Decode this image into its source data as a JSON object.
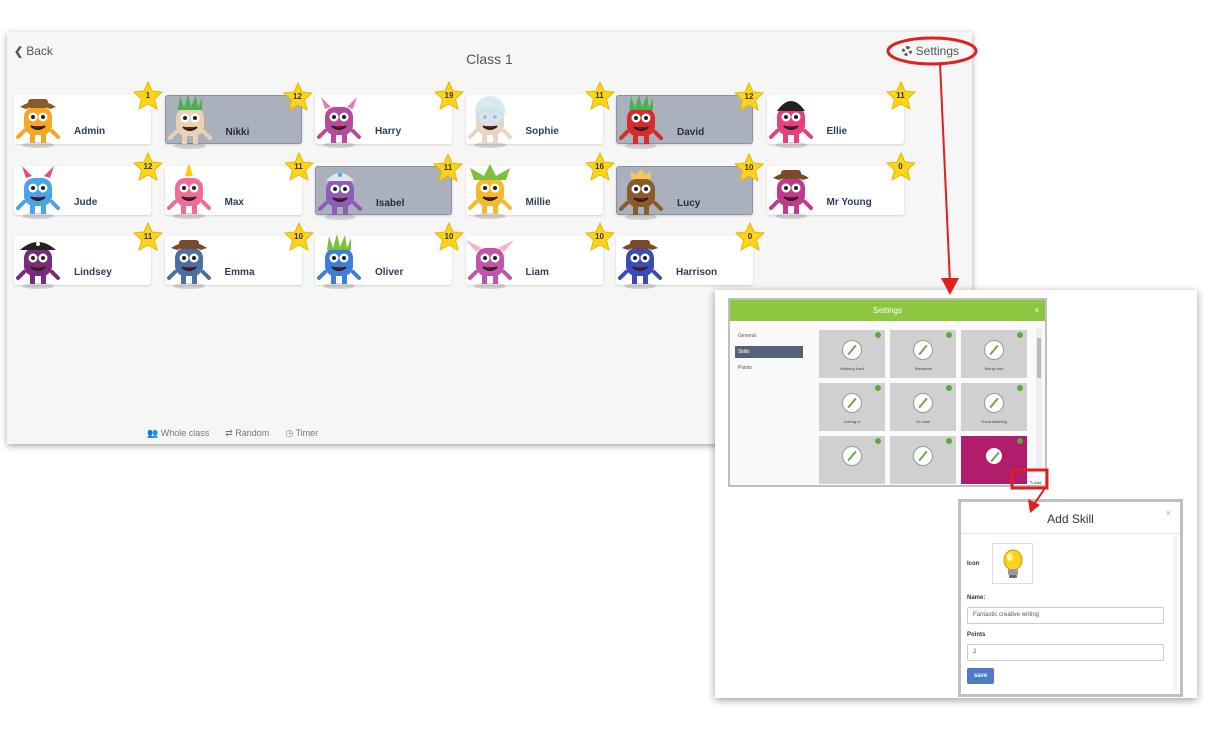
{
  "main": {
    "back_label": "Back",
    "title": "Class 1",
    "settings_label": "Settings",
    "footer": {
      "whole_class": "Whole class",
      "random": "Random",
      "timer": "Timer"
    }
  },
  "students": [
    {
      "name": "Admin",
      "points": "1",
      "selected": false,
      "color": "#f5a623",
      "accent": "#8b5a2b",
      "hat": "cowboy"
    },
    {
      "name": "Nikki",
      "points": "12",
      "selected": true,
      "color": "#e9d2b4",
      "accent": "#4caf50",
      "hat": "grass"
    },
    {
      "name": "Harry",
      "points": "19",
      "selected": false,
      "color": "#b54a9a",
      "accent": "#e07fb8",
      "hat": "horns"
    },
    {
      "name": "Sophie",
      "points": "11",
      "selected": false,
      "color": "#e8d5bf",
      "accent": "#cfe4ef",
      "hat": "helmet"
    },
    {
      "name": "David",
      "points": "12",
      "selected": true,
      "color": "#d62b2b",
      "accent": "#4caf50",
      "hat": "grass"
    },
    {
      "name": "Ellie",
      "points": "11",
      "selected": false,
      "color": "#e6407f",
      "accent": "#222222",
      "hat": "hair"
    },
    {
      "name": "Jude",
      "points": "12",
      "selected": false,
      "color": "#4aa3e8",
      "accent": "#e04a8a",
      "hat": "devil"
    },
    {
      "name": "Max",
      "points": "11",
      "selected": false,
      "color": "#f06a9a",
      "accent": "#ffcc00",
      "hat": "unicorn"
    },
    {
      "name": "Isabel",
      "points": "11",
      "selected": true,
      "color": "#8d5bb8",
      "accent": "#dfe8ee",
      "hat": "cap"
    },
    {
      "name": "Millie",
      "points": "16",
      "selected": false,
      "color": "#f5b82e",
      "accent": "#7cbf3b",
      "hat": "jester"
    },
    {
      "name": "Lucy",
      "points": "10",
      "selected": true,
      "color": "#8b5a2b",
      "accent": "#f2c75c",
      "hat": "crown"
    },
    {
      "name": "Mr Young",
      "points": "0",
      "selected": false,
      "color": "#c23a8c",
      "accent": "#7a4a2a",
      "hat": "cowboy"
    },
    {
      "name": "Lindsey",
      "points": "11",
      "selected": false,
      "color": "#7a2a7a",
      "accent": "#222222",
      "hat": "pirate"
    },
    {
      "name": "Emma",
      "points": "10",
      "selected": false,
      "color": "#4b6f9e",
      "accent": "#7a4a2a",
      "hat": "cowboy"
    },
    {
      "name": "Oliver",
      "points": "10",
      "selected": false,
      "color": "#3d7fd6",
      "accent": "#7cbf3b",
      "hat": "grass"
    },
    {
      "name": "Liam",
      "points": "10",
      "selected": false,
      "color": "#c054a8",
      "accent": "#f3b6c9",
      "hat": "ears"
    },
    {
      "name": "Harrison",
      "points": "0",
      "selected": false,
      "color": "#3b4bb8",
      "accent": "#7a4a2a",
      "hat": "cowboy"
    }
  ],
  "settings": {
    "title": "Settings",
    "close": "×",
    "nav": [
      "General",
      "Skills",
      "Points"
    ],
    "active_nav": "Skills",
    "skills": [
      {
        "label": "Working hard"
      },
      {
        "label": "Teamwork"
      },
      {
        "label": "Being kind"
      },
      {
        "label": "Joining in"
      },
      {
        "label": "On task"
      },
      {
        "label": "Good listening"
      },
      {
        "label": ""
      },
      {
        "label": ""
      },
      {
        "label": ""
      }
    ],
    "add_skill_label": "Add skill"
  },
  "add_skill": {
    "title": "Add Skill",
    "close": "×",
    "icon_label": "Icon",
    "icon": "lightbulb-icon",
    "name_label": "Name:",
    "name_value": "Fantastic creative writing",
    "points_label": "Points",
    "points_value": "2",
    "save_label": "save"
  },
  "colors": {
    "annotation": "#e02020",
    "settings_header": "#8dc63f",
    "selected_card": "#aab1bd",
    "star": "#ffd31a",
    "save_button": "#4e7ac7"
  }
}
